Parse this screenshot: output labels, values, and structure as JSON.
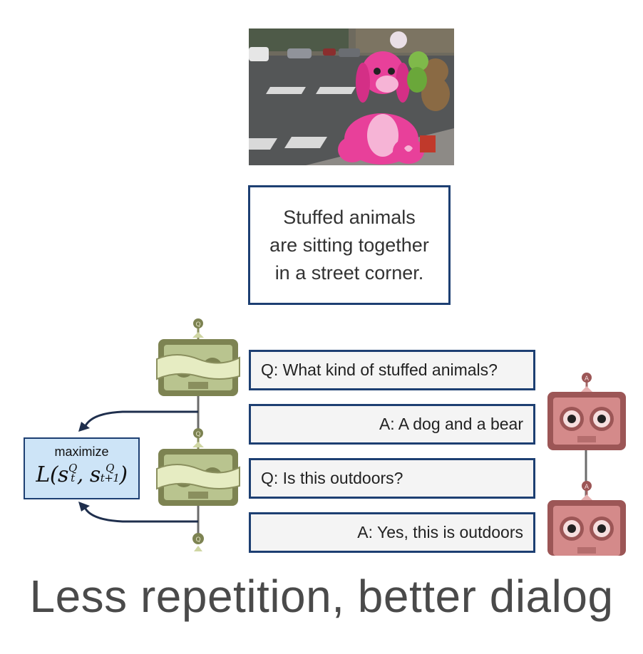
{
  "caption": "Stuffed animals\nare sitting together\nin a street corner.",
  "dialog": [
    {
      "role": "Q",
      "text": "Q: What kind of stuffed animals?"
    },
    {
      "role": "A",
      "text": "A: A dog and a bear"
    },
    {
      "role": "Q",
      "text": "Q: Is this outdoors?"
    },
    {
      "role": "A",
      "text": "A: Yes, this is outdoors"
    }
  ],
  "objective": {
    "word": "maximize",
    "formula_prefix": "L(s",
    "sup1": "Q",
    "sub1": "t",
    "comma": ", s",
    "sup2": "Q",
    "sub2": "t+1",
    "close": ")"
  },
  "bots": {
    "question_badge": "Q",
    "answer_badge": "A",
    "question_color": "#b9c48f",
    "answer_color": "#d48a8a"
  },
  "title": "Less repetition, better dialog"
}
